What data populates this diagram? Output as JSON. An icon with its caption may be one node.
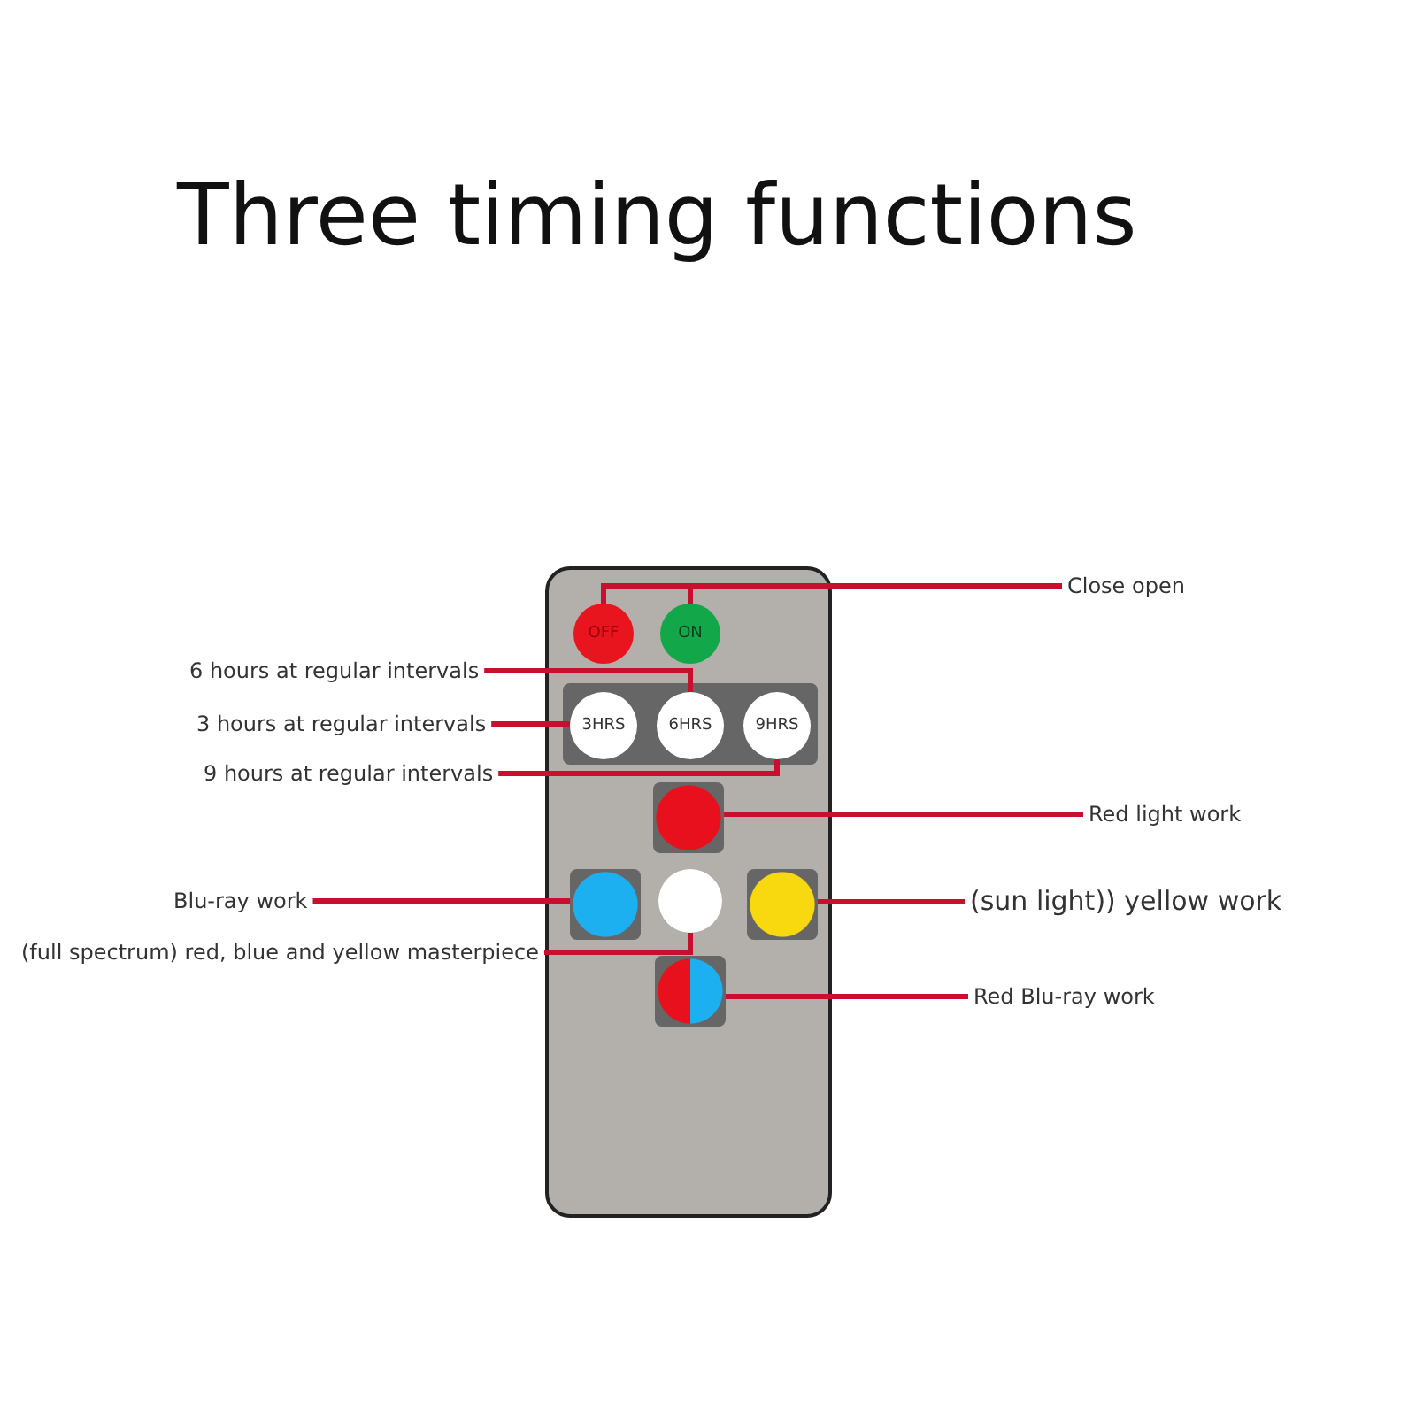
{
  "diagram": {
    "title": "Three timing functions",
    "nodes": [
      {
        "text": [],
        "shape": "box"
      },
      {
        "text": [
          "OFF"
        ],
        "in": 0
      },
      {
        "text": [
          "ON"
        ],
        "in": 0
      },
      {
        "text": [
          "3HRS"
        ],
        "in": 0
      },
      {
        "text": [
          "6HRS"
        ],
        "in": 0
      },
      {
        "text": [
          "9HRS"
        ],
        "in": 0
      },
      {
        "text": [],
        "shape": "circle",
        "in": 0
      },
      {
        "text": [],
        "shape": "circle",
        "in": 0
      },
      {
        "text": [],
        "shape": "circle",
        "in": 0
      },
      {
        "text": [],
        "shape": "circle",
        "in": 0
      },
      {
        "text": [],
        "shape": "circle",
        "in": 0
      },
      {
        "text": [
          "Close open"
        ]
      },
      {
        "text": [
          "6 hours at regular intervals"
        ]
      },
      {
        "text": [
          "3 hours at regular intervals"
        ]
      },
      {
        "text": [
          "9 hours at regular intervals"
        ]
      },
      {
        "text": [
          "Red light work"
        ]
      },
      {
        "text": [
          "Blu-ray work"
        ]
      },
      {
        "text": [
          "(sun light)) yellow work"
        ]
      },
      {
        "text": [
          "(full spectrum) red, blue and yellow masterpiece"
        ]
      },
      {
        "text": [
          "Red Blu-ray work"
        ]
      }
    ],
    "edges": [
      {
        "from": 11,
        "to": 1,
        "arrow": "none"
      },
      {
        "from": 11,
        "to": 2,
        "arrow": "none"
      },
      {
        "from": 12,
        "to": 4,
        "arrow": "none"
      },
      {
        "from": 13,
        "to": 3,
        "arrow": "none"
      },
      {
        "from": 14,
        "to": 5,
        "arrow": "none"
      },
      {
        "from": 15,
        "to": 6,
        "arrow": "none"
      },
      {
        "from": 16,
        "to": 7,
        "arrow": "none"
      },
      {
        "from": 17,
        "to": 9,
        "arrow": "none"
      },
      {
        "from": 18,
        "to": 8,
        "arrow": "none"
      },
      {
        "from": 19,
        "to": 10,
        "arrow": "none"
      }
    ]
  }
}
